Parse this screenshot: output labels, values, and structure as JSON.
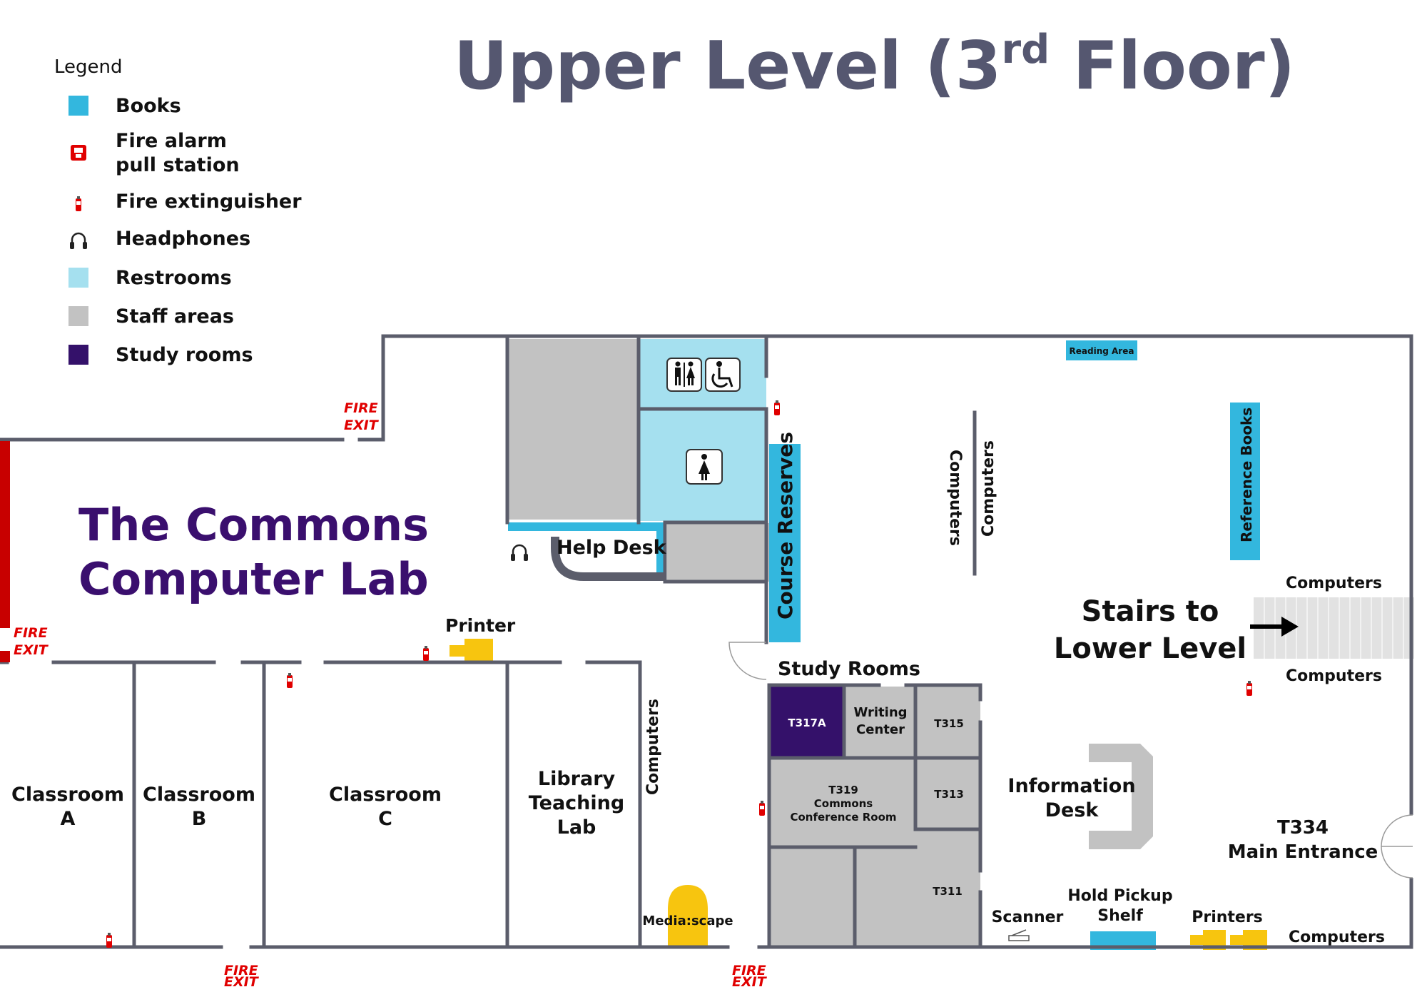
{
  "title": {
    "main": "Upper Level (3",
    "sup": "rd",
    "end": " Floor)"
  },
  "colors": {
    "title": "#555770",
    "wall": "#5b5d6b",
    "books": "#33b7de",
    "restroom": "#a5e0ef",
    "staff": "#c2c2c2",
    "study": "#34116a",
    "printer": "#f7c50f",
    "fire": "#e00000",
    "commons": "#3a0f6e"
  },
  "legend": {
    "heading": "Legend",
    "items": [
      {
        "icon": "books-swatch",
        "label": "Books"
      },
      {
        "icon": "fire-alarm-icon",
        "label": "Fire alarm",
        "label2": "pull station"
      },
      {
        "icon": "fire-extinguisher-icon",
        "label": "Fire extinguisher"
      },
      {
        "icon": "headphones-icon",
        "label": "Headphones"
      },
      {
        "icon": "restroom-swatch",
        "label": "Restrooms"
      },
      {
        "icon": "staff-swatch",
        "label": "Staff areas"
      },
      {
        "icon": "study-swatch",
        "label": "Study rooms"
      }
    ]
  },
  "commons": {
    "line1": "The Commons",
    "line2": "Computer Lab"
  },
  "fire_exit": {
    "line1": "FIRE",
    "line2": "EXIT"
  },
  "labels": {
    "help_desk": "Help Desk",
    "printer": "Printer",
    "course_reserves": "Course Reserves",
    "study_rooms": "Study Rooms",
    "reading_area": "Reading Area",
    "computers": "Computers",
    "reference_books": "Reference Books",
    "stairs_line1": "Stairs to",
    "stairs_line2": "Lower Level",
    "info_line1": "Information",
    "info_line2": "Desk",
    "main_line1": "T334",
    "main_line2": "Main Entrance",
    "hold_line1": "Hold Pickup",
    "hold_line2": "Shelf",
    "scanner": "Scanner",
    "printers": "Printers",
    "mediascape": "Media:scape"
  },
  "rooms": {
    "classroom_a": {
      "line1": "Classroom",
      "line2": "A"
    },
    "classroom_b": {
      "line1": "Classroom",
      "line2": "B"
    },
    "classroom_c": {
      "line1": "Classroom",
      "line2": "C"
    },
    "teaching_lab": {
      "line1": "Library",
      "line2": "Teaching",
      "line3": "Lab"
    },
    "t317a": "T317A",
    "writing": {
      "line1": "Writing",
      "line2": "Center"
    },
    "t315": "T315",
    "t313": "T313",
    "t311": "T311",
    "t319": {
      "line1": "T319",
      "line2": "Commons",
      "line3": "Conference Room"
    }
  }
}
